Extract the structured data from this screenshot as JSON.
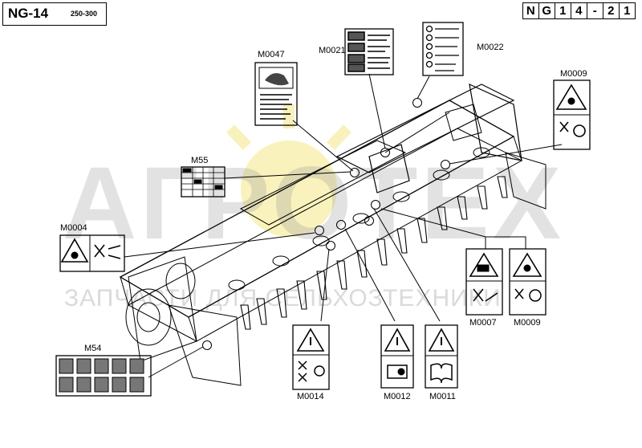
{
  "header": {
    "model": "NG-14",
    "range": "250-300",
    "code_cells": [
      "N",
      "G",
      "1",
      "4",
      "-",
      "2",
      "1"
    ]
  },
  "watermark": {
    "main": "АГРОТЕХ",
    "sub": "ЗАПЧАСТИ ДЛЯ СЕЛЬХОЗТЕХНИКИ"
  },
  "labels": {
    "m0047": "M0047",
    "m0021": "M0021",
    "m0022": "M0022",
    "m0009_top": "M0009",
    "m55": "M55",
    "m0004": "M0004",
    "m54": "M54",
    "m0014": "M0014",
    "m0012": "M0012",
    "m0011": "M0011",
    "m0007": "M0007",
    "m0009_bottom": "M0009"
  },
  "colors": {
    "line": "#000000",
    "watermark_accent": "#f2e26a"
  }
}
